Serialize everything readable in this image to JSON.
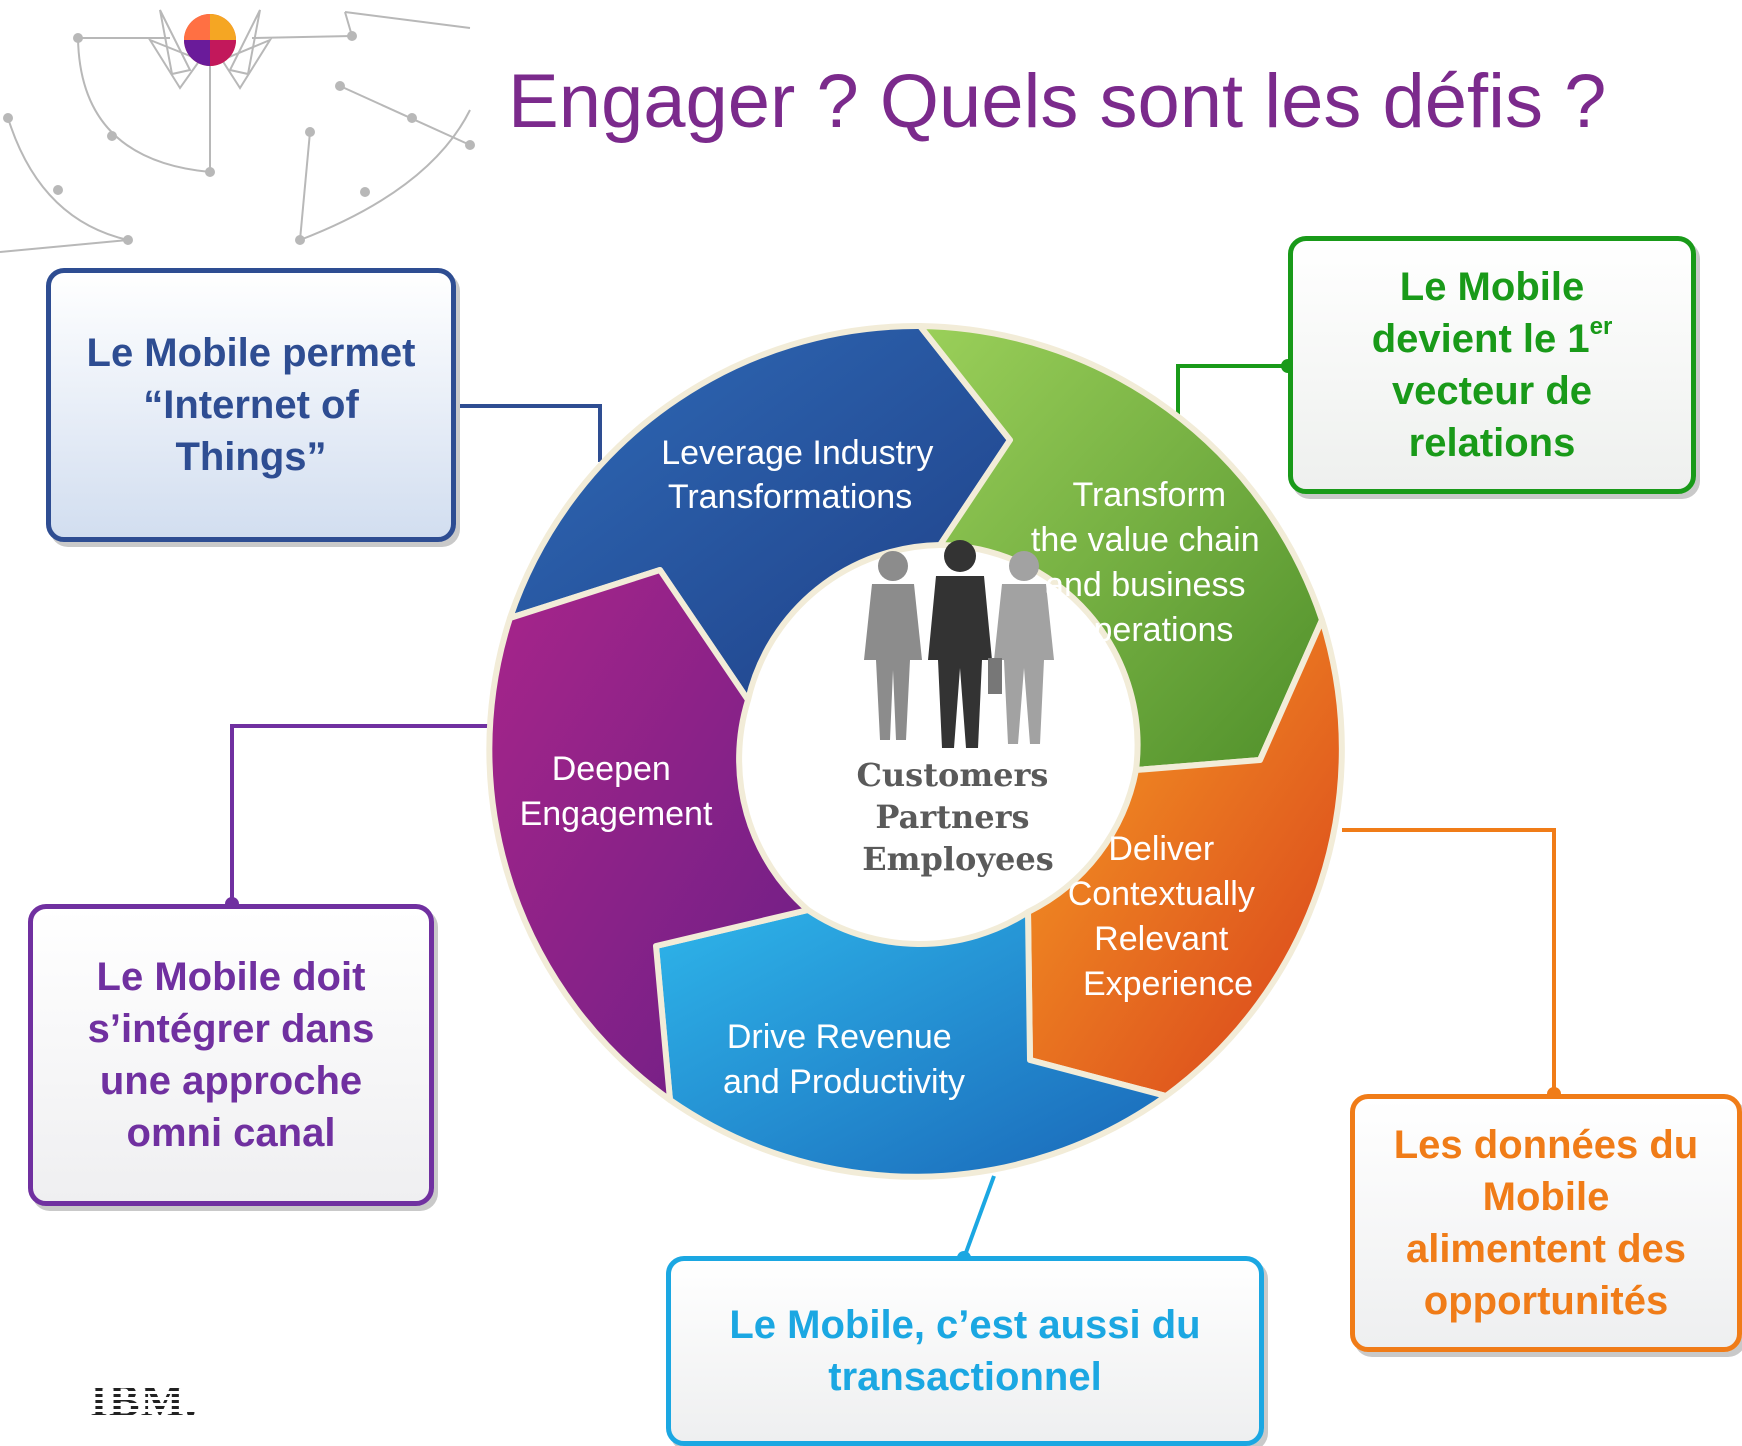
{
  "title": "Engager ? Quels sont les défis ?",
  "cycle": {
    "segments": [
      {
        "label_lines": [
          "Leverage Industry",
          "Transformations"
        ],
        "color": "#2a4f9a"
      },
      {
        "label_lines": [
          "Transform",
          "the value chain",
          "and business",
          "operations"
        ],
        "color": "#6fb13a"
      },
      {
        "label_lines": [
          "Deliver",
          "Contextually",
          "Relevant",
          "Experience"
        ],
        "color": "#ec6f1c"
      },
      {
        "label_lines": [
          "Drive Revenue",
          "and Productivity"
        ],
        "color": "#1e8fd4"
      },
      {
        "label_lines": [
          "Deepen",
          "Engagement"
        ],
        "color": "#8e2a8a"
      }
    ],
    "center_lines": [
      "Customers",
      "Partners",
      "Employees"
    ]
  },
  "callouts": {
    "iot": {
      "lines": [
        "Le Mobile permet",
        "“Internet of",
        "Things”"
      ],
      "color": "#2e4d92"
    },
    "relations": {
      "line1": "Le Mobile",
      "line2_main": "devient le 1",
      "line2_sup": "er",
      "line3": "vecteur de",
      "line4": "relations",
      "color": "#199a19"
    },
    "omni": {
      "lines": [
        "Le Mobile doit",
        "s’intégrer dans",
        "une approche",
        "omni canal"
      ],
      "color": "#7030a0"
    },
    "transac": {
      "lines": [
        "Le Mobile, c’est aussi du",
        "transactionnel"
      ],
      "color": "#1ba7e2"
    },
    "data": {
      "lines": [
        "Les données du",
        "Mobile",
        "alimentent des",
        "opportunités"
      ],
      "color": "#f07c18"
    }
  },
  "logo": "IBM."
}
